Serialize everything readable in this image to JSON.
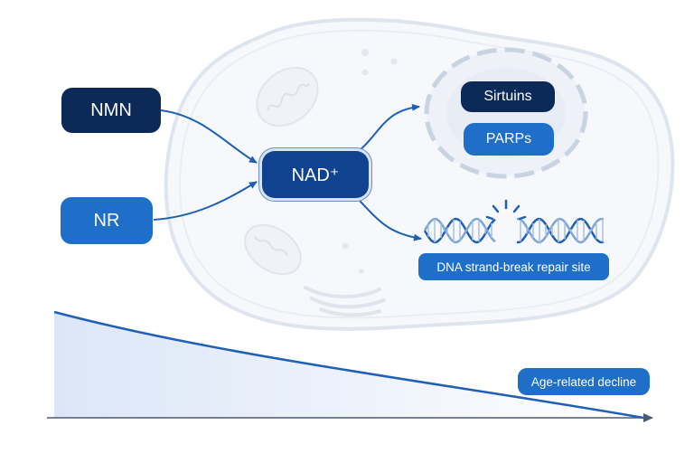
{
  "diagram": {
    "nodes": {
      "nmn": "NMN",
      "nr": "NR",
      "nad": "NAD⁺",
      "sirtuins": "Sirtuins",
      "parps": "PARPs",
      "dna_site": "DNA strand-break repair site",
      "decline": "Age-related decline"
    },
    "edges": [
      {
        "from": "NMN",
        "to": "NAD⁺"
      },
      {
        "from": "NR",
        "to": "NAD⁺"
      },
      {
        "from": "NAD⁺",
        "to": "Sirtuins"
      },
      {
        "from": "NAD⁺",
        "to": "DNA strand-break repair site"
      }
    ]
  },
  "colors": {
    "dark_navy": "#0c2a57",
    "accent_blue": "#1f6fc9",
    "nad_blue": "#10438f",
    "cell_outline": "#d9e1ec",
    "arrow": "#1d5fb4"
  }
}
